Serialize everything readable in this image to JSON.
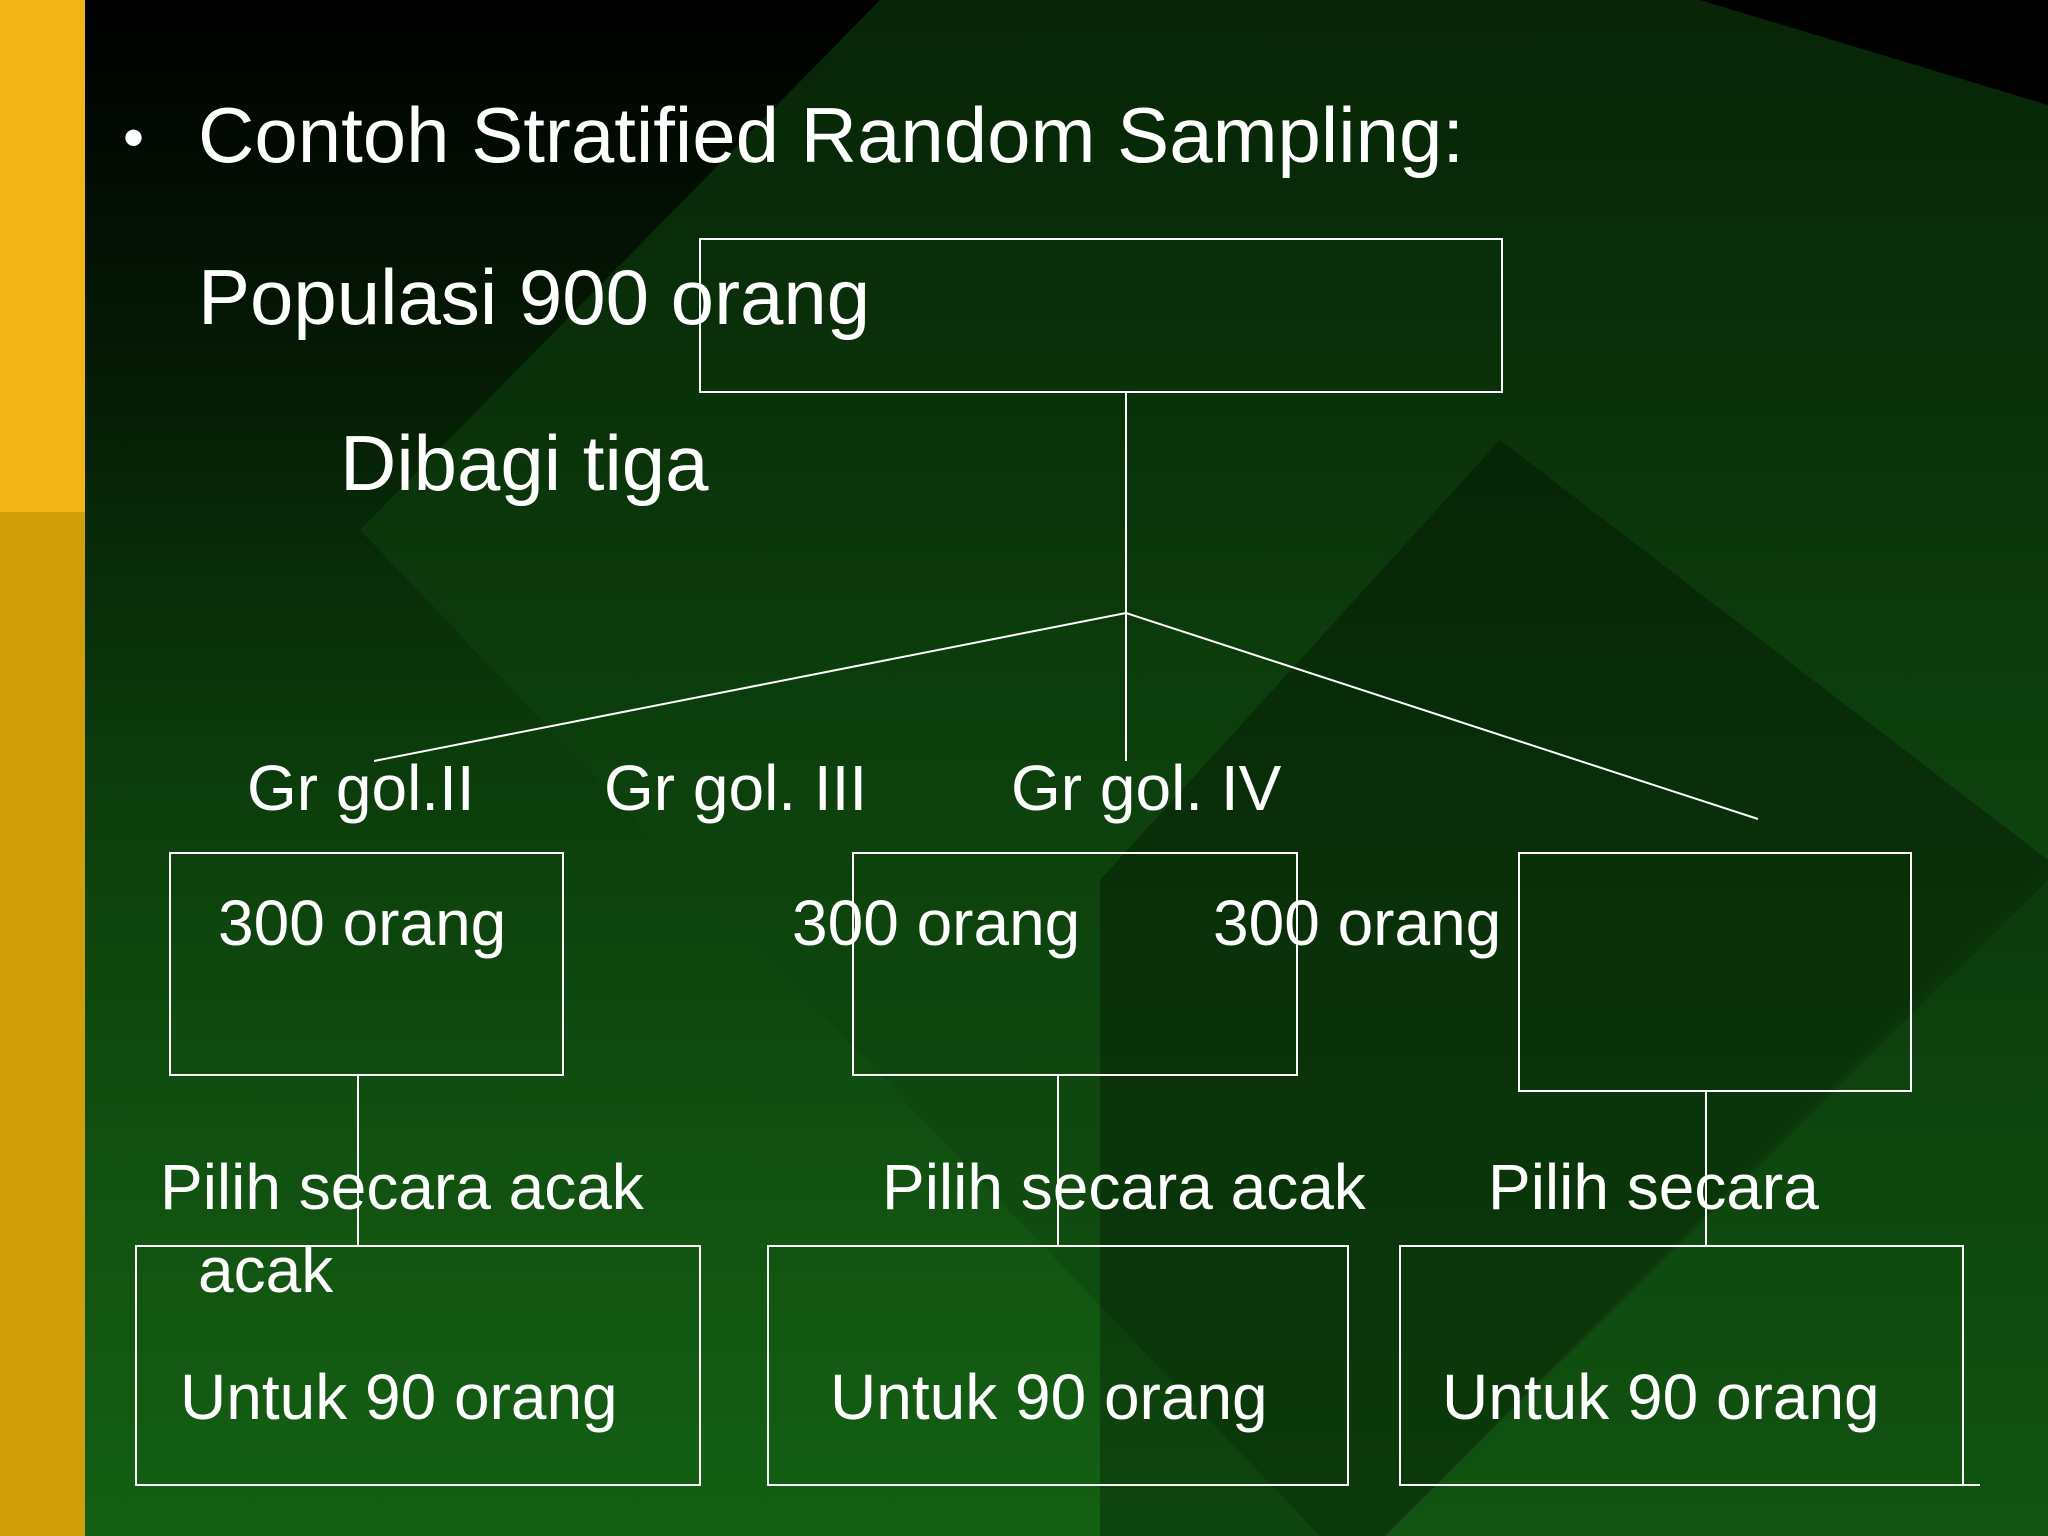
{
  "colors": {
    "accent_bar": "#f0b515",
    "accent_bar_dark": "#d09e08",
    "background_top": "#000000",
    "background_bottom": "#146014",
    "diamond": "#0e440e",
    "line": "#ffffff",
    "text": "#ffffff"
  },
  "slide": {
    "bullet": "•",
    "title": "Contoh Stratified Random Sampling:",
    "population": "Populasi 900 orang",
    "divided": "Dibagi tiga",
    "groups": [
      {
        "label": "Gr gol.II",
        "count": "300 orang"
      },
      {
        "label": "Gr gol. III",
        "count": "300 orang"
      },
      {
        "label": "Gr gol. IV",
        "count": "300 orang"
      }
    ],
    "select": [
      {
        "line1": "Pilih secara acak",
        "line2": "acak"
      },
      {
        "line1": "Pilih secara acak"
      },
      {
        "line1": "Pilih secara"
      }
    ],
    "results": [
      "Untuk 90 orang",
      "Untuk 90 orang",
      "Untuk 90 orang"
    ]
  }
}
